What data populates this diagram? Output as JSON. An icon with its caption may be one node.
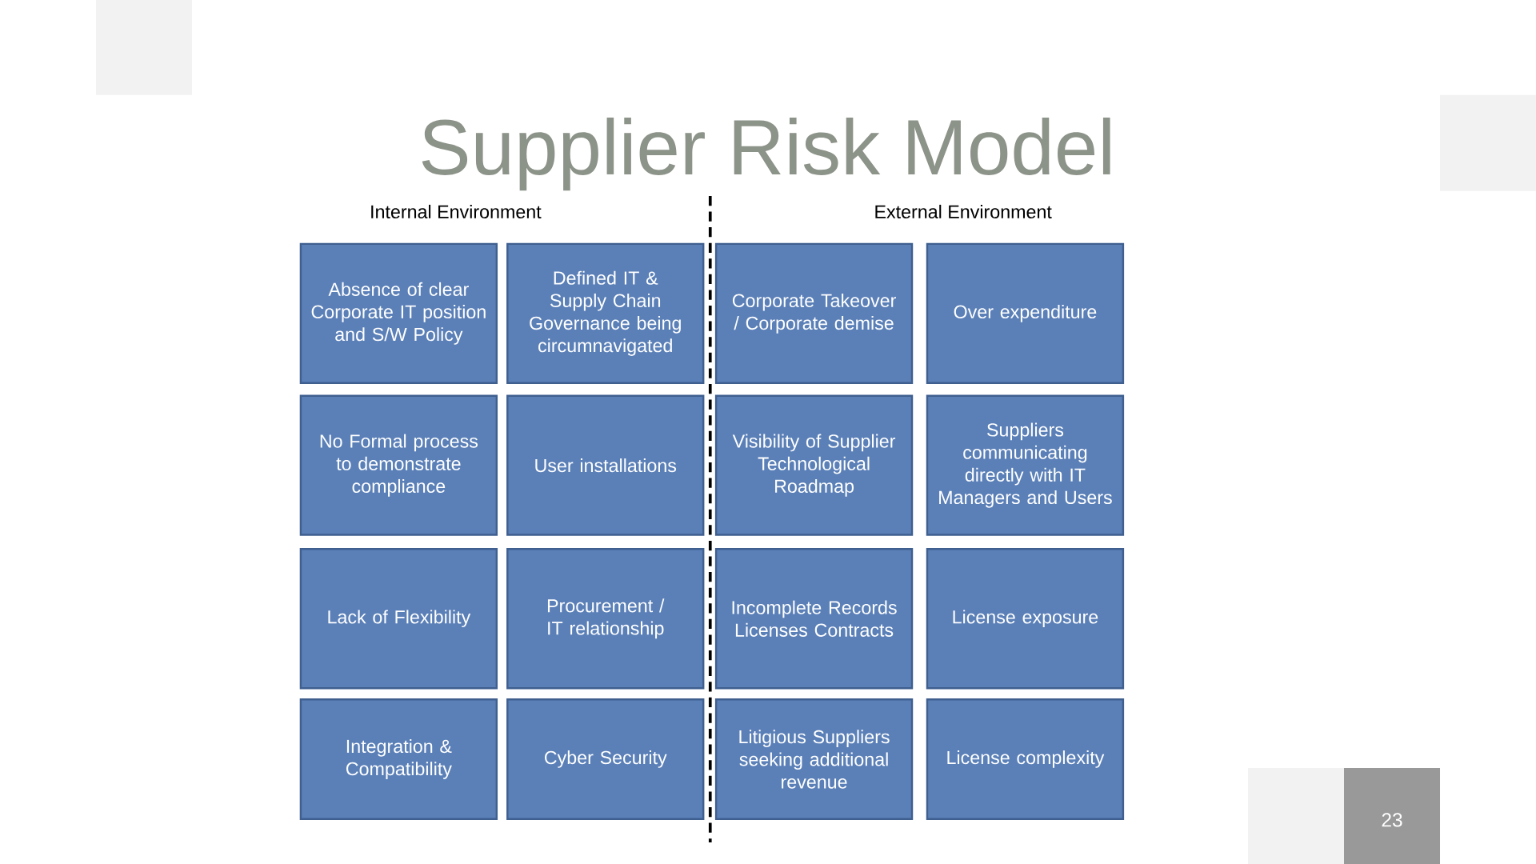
{
  "diagram": {
    "title": "Supplier Risk Model",
    "nodes": [
      {
        "text": [
          "Absence of clear Corporate IT position and S/W Policy"
        ]
      },
      {
        "text": [
          "Defined IT & Supply Chain Governance being circumnavigated"
        ]
      },
      {
        "text": [
          "Corporate Takeover / Corporate demise"
        ]
      },
      {
        "text": [
          "Over expenditure"
        ]
      },
      {
        "text": [
          "No Formal process to demonstrate compliance"
        ]
      },
      {
        "text": [
          "User installations"
        ]
      },
      {
        "text": [
          "Visibility of Supplier Technological Roadmap"
        ]
      },
      {
        "text": [
          "Suppliers communicating directly with IT Managers and Users"
        ]
      },
      {
        "text": [
          "Lack of Flexibility"
        ]
      },
      {
        "text": [
          "Procurement / IT relationship"
        ]
      },
      {
        "text": [
          "Incomplete Records Licenses Contracts"
        ]
      },
      {
        "text": [
          "License exposure"
        ]
      },
      {
        "text": [
          "Integration & Compatibility"
        ]
      },
      {
        "text": [
          "Cyber Security"
        ]
      },
      {
        "text": [
          "Litigious Suppliers seeking additional revenue"
        ]
      },
      {
        "text": [
          "License complexity"
        ]
      }
    ],
    "labels": [
      "Internal  Environment",
      "External  Environment",
      "23"
    ]
  }
}
